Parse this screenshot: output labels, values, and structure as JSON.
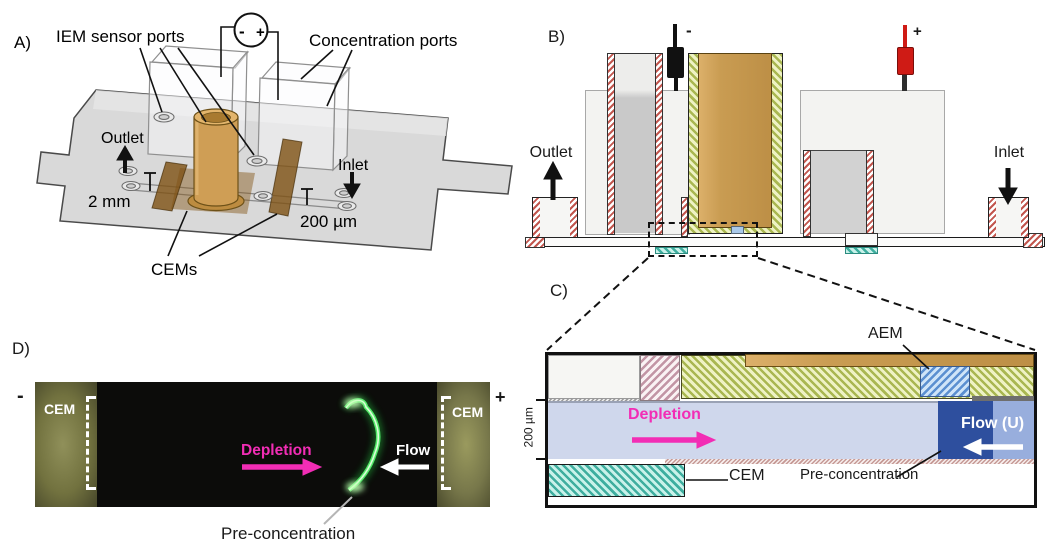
{
  "figure": {
    "type": "four-panel scientific figure of a microfluidic pre-concentration chip"
  },
  "panelA": {
    "label": "A)",
    "iem_sensor_ports": "IEM sensor ports",
    "concentration_ports": "Concentration ports",
    "outlet": "Outlet",
    "inlet": "Inlet",
    "scale_2mm": "2 mm",
    "scale_200um": "200 µm",
    "cems": "CEMs",
    "psu_minus": "-",
    "psu_plus": "+"
  },
  "panelB": {
    "label": "B)",
    "outlet": "Outlet",
    "inlet": "Inlet",
    "electrode_minus": "-",
    "electrode_plus": "+"
  },
  "panelC": {
    "label": "C)",
    "aem": "AEM",
    "depletion": "Depletion",
    "flow": "Flow (U)",
    "pre_concentration": "Pre-concentration",
    "cem": "CEM",
    "scale_200um": "200 µm"
  },
  "panelD": {
    "label": "D)",
    "cem_left": "CEM",
    "cem_right": "CEM",
    "minus": "-",
    "plus": "+",
    "depletion": "Depletion",
    "flow": "Flow",
    "pre_concentration": "Pre-concentration"
  },
  "colors": {
    "depletion_magenta": "#f22db5",
    "preconcentration_blue": "#2e4f9e",
    "channel_lavender": "#cfd7ec",
    "flow_light_blue": "#98aedd",
    "membrane_tan": "#c99c52",
    "aem_hatch_green": "#a9b751",
    "cem_hatch_cyan": "#3fae9f",
    "wall_hatch_red": "#c2564e",
    "fluorescence_green": "#52e868",
    "electrode_red": "#cf1b15",
    "electrode_black": "#111111"
  }
}
